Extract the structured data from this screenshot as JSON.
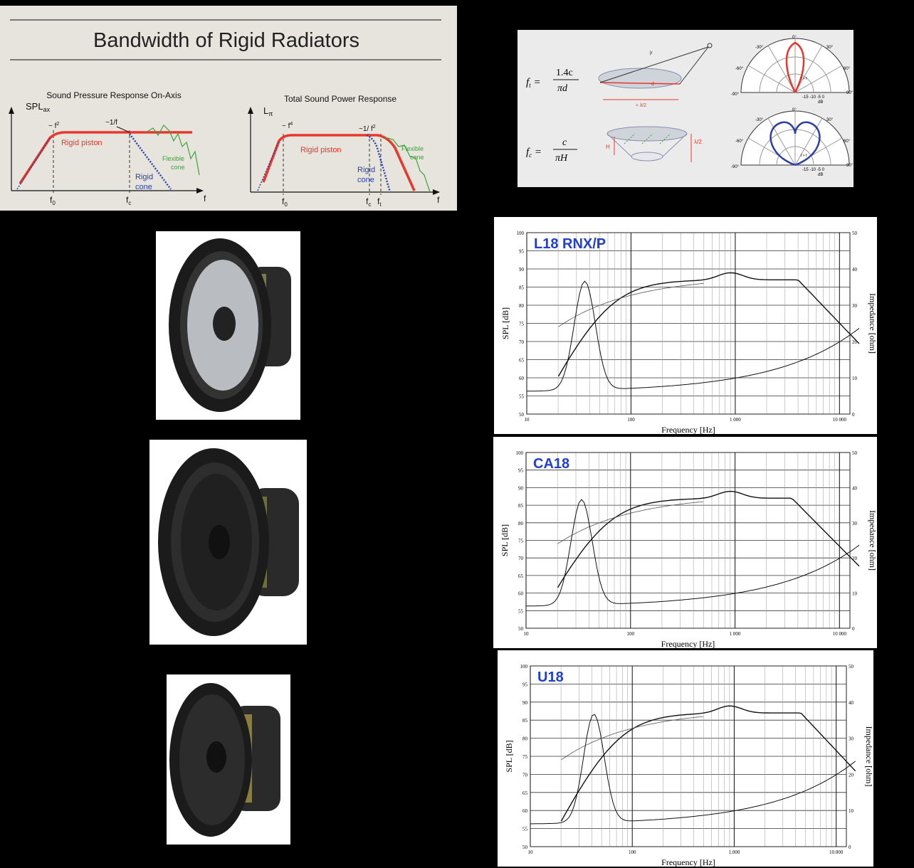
{
  "bandwidth": {
    "title": "Bandwidth of Rigid Radiators",
    "left": {
      "subtitle": "Sound Pressure Response On-Axis",
      "yaxis": "SPL",
      "yaxis_sub": "ax",
      "slope_low": "~ f",
      "slope_low_exp": "2",
      "slope_high": "~1/f",
      "rigid_piston": "Rigid piston",
      "rigid_cone_1": "Rigid",
      "rigid_cone_2": "cone",
      "flex_1": "Flexible",
      "flex_2": "cone",
      "f0": "f",
      "f0_sub": "0",
      "fc": "f",
      "fc_sub": "c",
      "f": "f"
    },
    "right": {
      "subtitle": "Total Sound Power Response",
      "yaxis": "L",
      "yaxis_sub": "π",
      "slope_low": "~ f",
      "slope_low_exp": "4",
      "slope_high": "~1/ f",
      "slope_high_exp": "2",
      "rigid_piston": "Rigid piston",
      "rigid_cone_1": "Rigid",
      "rigid_cone_2": "cone",
      "flex_1": "Flexible",
      "flex_2": "cone",
      "f0": "f",
      "f0_sub": "0",
      "fc": "f",
      "fc_sub": "c",
      "ft": "f",
      "ft_sub": "t",
      "f": "f"
    },
    "colors": {
      "piston": "#e8372c",
      "cone": "#2c3fa8",
      "flex": "#3da33a"
    }
  },
  "formulas": {
    "f1_lhs": "f",
    "f1_sub": "t",
    "f1_num": "1.4c",
    "f1_den": "πd",
    "f2_lhs": "f",
    "f2_sub": "c",
    "f2_num": "c",
    "f2_den": "πH",
    "r1_label": "|r",
    "d_label": "d",
    "lambda_half": "≈ λ/2",
    "h_label": "H",
    "lambda2": "λ/2",
    "polar_top_cond": "f > f",
    "polar_bottom_cond": "f > f",
    "polar_scale": "-15 -10 -5  0",
    "db": "dB",
    "angles": [
      "0°",
      "-30°",
      "30°",
      "-60°",
      "60°",
      "-90°",
      "90°"
    ]
  },
  "speakers": [
    {
      "label": "L18 RNX/P"
    },
    {
      "label": "CA18"
    },
    {
      "label": "U18"
    }
  ],
  "fr_axis": {
    "ylabel": "SPL [dB]",
    "y2label": "Impedance [ohm]",
    "xlabel": "Frequency [Hz]",
    "y_ticks": [
      "100",
      "95",
      "90",
      "85",
      "80",
      "75",
      "70",
      "65",
      "60",
      "55",
      "50"
    ],
    "y2_ticks": [
      "50",
      "40",
      "30",
      "20",
      "10",
      "0"
    ],
    "x_ticks_a": [
      "10",
      "100",
      "1 000",
      "10 000"
    ],
    "x_ticks_b": [
      "10",
      "100",
      "1.000",
      "10.000"
    ]
  },
  "label_color": "#1f3fd1"
}
